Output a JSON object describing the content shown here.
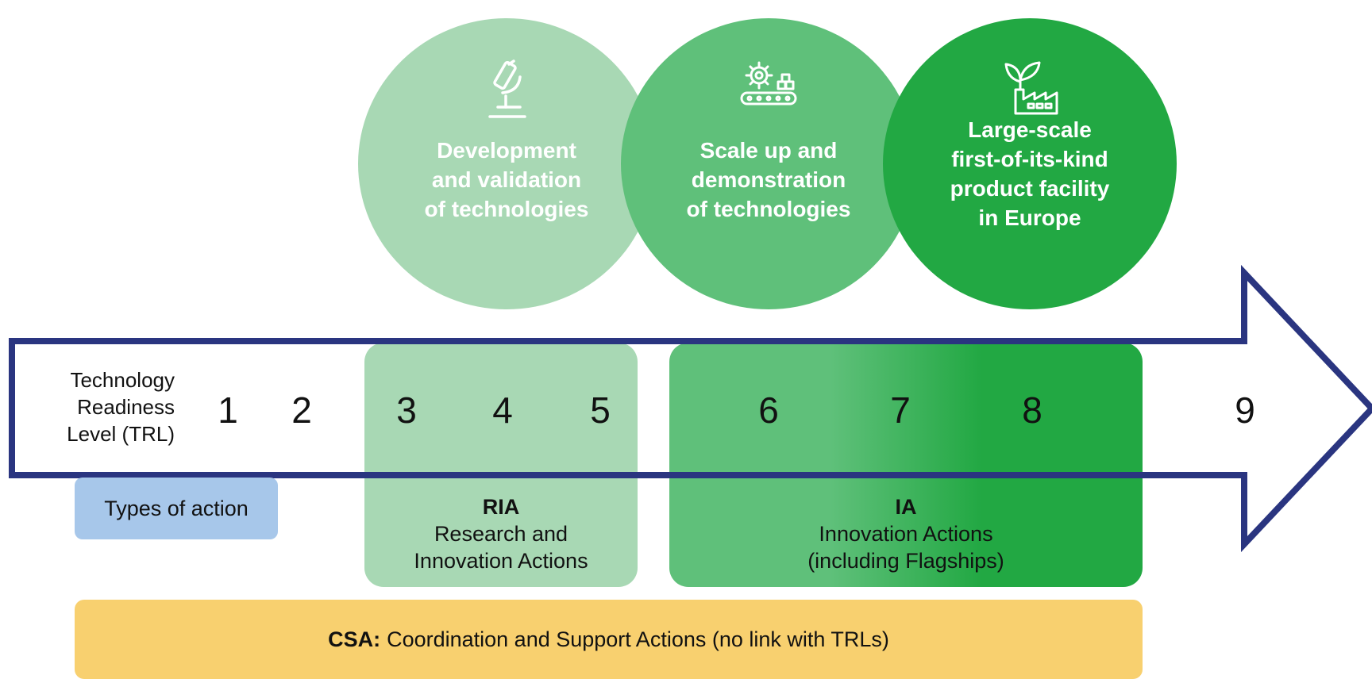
{
  "stages": [
    {
      "lines": [
        "Development",
        "and validation",
        "of technologies"
      ],
      "icon": "microscope-icon",
      "color": "#a8d8b4"
    },
    {
      "lines": [
        "Scale up and",
        "demonstration",
        "of technologies"
      ],
      "icon": "gear-conveyor-icon",
      "color": "#5fc07a"
    },
    {
      "lines": [
        "Large-scale",
        "first-of-its-kind",
        "product facility",
        "in Europe"
      ],
      "icon": "factory-plant-icon",
      "color": "#22a843"
    }
  ],
  "trl": {
    "label_lines": [
      "Technology",
      "Readiness",
      "Level (TRL)"
    ],
    "levels": [
      "1",
      "2",
      "3",
      "4",
      "5",
      "6",
      "7",
      "8",
      "9"
    ]
  },
  "types_of_action": {
    "label": "Types of action",
    "color": "#a7c7ea"
  },
  "ria": {
    "abbr": "RIA",
    "lines": [
      "Research and",
      "Innovation Actions"
    ],
    "color": "#a8d8b4"
  },
  "ia": {
    "abbr": "IA",
    "lines": [
      "Innovation Actions",
      "(including Flagships)"
    ],
    "color_start": "#5fc07a",
    "color_end": "#22a843"
  },
  "csa": {
    "abbr": "CSA:",
    "text": "Coordination and Support Actions (no link with TRLs)",
    "color": "#f8d06f"
  },
  "arrow_color": "#2a3580"
}
